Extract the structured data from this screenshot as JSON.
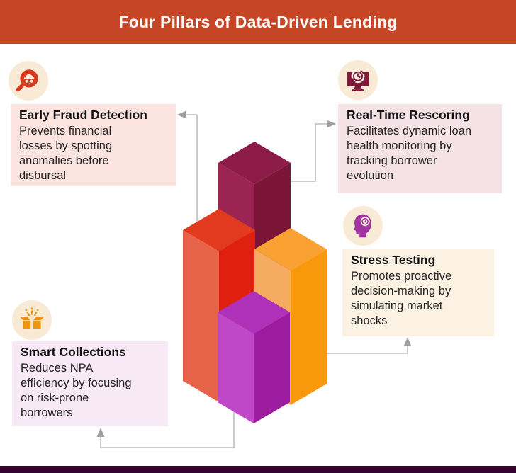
{
  "header": {
    "title": "Four Pillars of Data-Driven Lending",
    "bg": "#C64524",
    "text_color": "#FFFFFF"
  },
  "pillars": [
    {
      "key": "early-fraud-detection",
      "title": "Early Fraud Detection",
      "description": "Prevents financial\nlosses by spotting\nanomalies before\ndisbursal",
      "icon": "detective-magnifier-icon",
      "icon_color": "#D6391C",
      "icon_detail_color": "#FCEFE4",
      "box_bg": "#FBE3E0",
      "badge_bg": "#F9EAD6"
    },
    {
      "key": "real-time-rescoring",
      "title": "Real-Time Rescoring",
      "description": "Facilitates dynamic loan\nhealth monitoring by\ntracking borrower\nevolution",
      "icon": "monitor-clock-icon",
      "icon_color": "#7E1B38",
      "icon_detail_color": "#FCEFE4",
      "box_bg": "#F5E2E7",
      "badge_bg": "#F9EAD6"
    },
    {
      "key": "stress-testing",
      "title": "Stress Testing",
      "description": "Promotes proactive\ndecision-making by\nsimulating market\nshocks",
      "icon": "head-gauge-icon",
      "icon_color": "#A233A2",
      "icon_detail_color": "#FCEFE4",
      "box_bg": "#FCF2E3",
      "badge_bg": "#F9EAD6"
    },
    {
      "key": "smart-collections",
      "title": "Smart Collections",
      "description": "Reduces NPA\nefficiency by focusing\non risk-prone\nborrowers",
      "icon": "open-box-sparkles-icon",
      "icon_color": "#F0940E",
      "icon_detail_color": "#FCEFE4",
      "box_bg": "#F8E9F6",
      "badge_bg": "#F9EAD6"
    }
  ],
  "illustration": {
    "type": "isometric-3d-bar-cluster",
    "bars": [
      {
        "name": "maroon-pillar",
        "top": "#8C1B48",
        "left": "#9C2453",
        "right": "#7A1538"
      },
      {
        "name": "red-pillar",
        "top": "#E23A1F",
        "left": "#E7634A",
        "right": "#DF200F"
      },
      {
        "name": "orange-pillar",
        "top": "#F9A133",
        "left": "#F6AC60",
        "right": "#F8990C"
      },
      {
        "name": "magenta-pillar",
        "top": "#AF30B9",
        "left": "#BF48C8",
        "right": "#9C1CA0"
      }
    ]
  },
  "connectors": {
    "line_color": "#BDBDBD",
    "arrow_color": "#9E9E9E"
  },
  "footer": {
    "bg": "#36022E"
  }
}
